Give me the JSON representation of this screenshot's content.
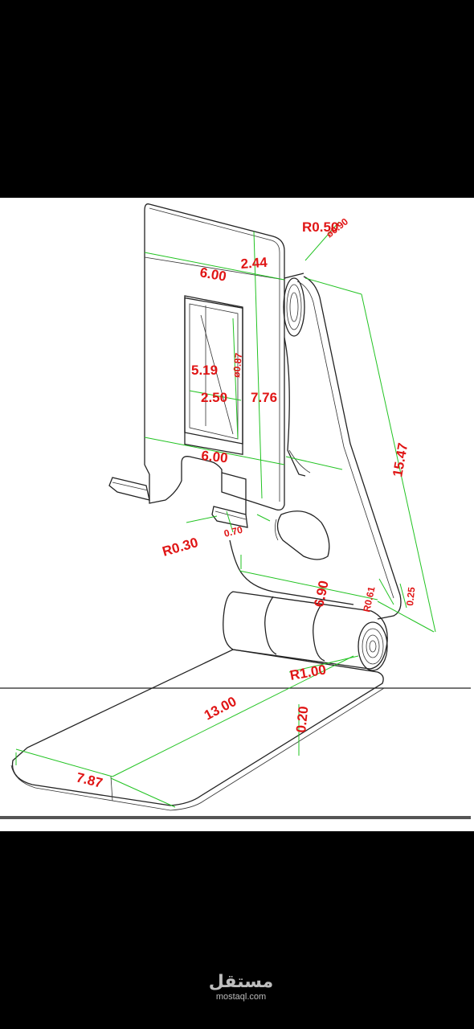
{
  "dimensions": {
    "top_width": "6.00",
    "top_height": "2.44",
    "corner_radius": "R0.50",
    "pivot_diameter": "ø0.90",
    "slot_height": "5.19",
    "slot_width": "2.50",
    "slot_hole": "ø0.87",
    "plate_height": "7.76",
    "bottom_width": "6.00",
    "arm_length": "15.47",
    "hook_radius": "R0.30",
    "hook_depth": "0.70",
    "arm_offset": "6.90",
    "arm_radius": "R0.61",
    "arm_tip": "0.25",
    "hinge_radius": "R1.00",
    "base_length": "13.00",
    "base_thickness": "0.20",
    "base_width": "7.87"
  },
  "colors": {
    "dimension_text": "#e01515",
    "dimension_lines": "#22c322",
    "outline": "#222222"
  },
  "watermark": {
    "brand": "مستقل",
    "domain": "mostaql.com"
  }
}
